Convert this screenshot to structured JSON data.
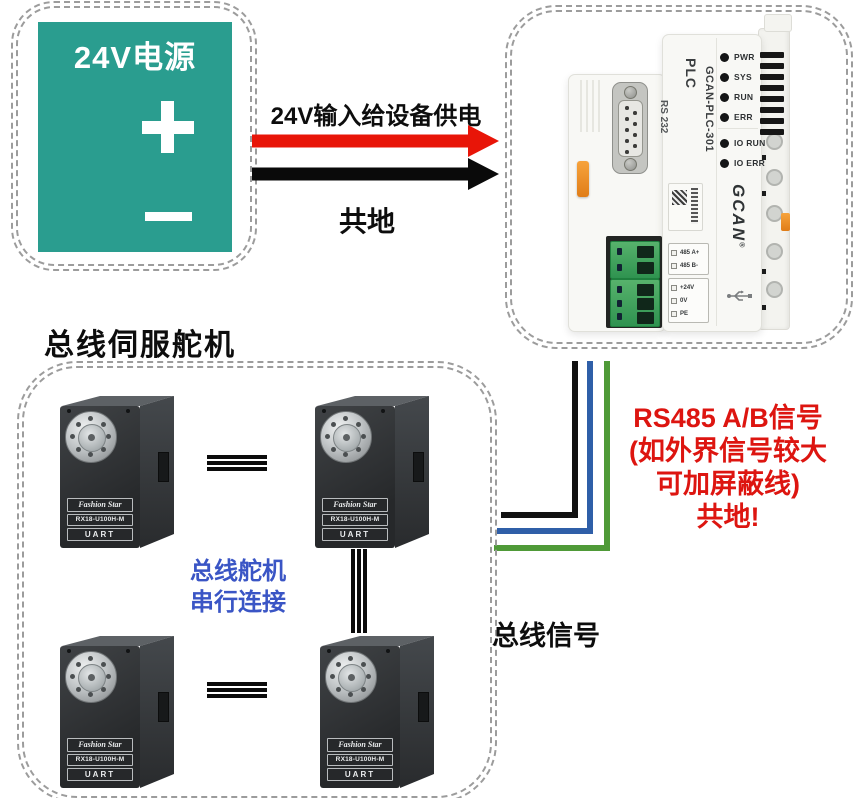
{
  "diagram": {
    "power_supply": {
      "title": "24V电源"
    },
    "power_connection": {
      "supply_label": "24V输入给设备供电",
      "ground_label": "共地"
    },
    "plc": {
      "type_label": "PLC",
      "model": "GCAN-PLC-301",
      "serial_port_label": "RS 232",
      "status_leds": [
        "PWR",
        "SYS",
        "RUN",
        "ERR"
      ],
      "io_leds": [
        "IO RUN",
        "IO ERR"
      ],
      "rs485_terminals": [
        "485 A+",
        "485 B-"
      ],
      "power_terminals": [
        "+24V",
        "0V",
        "PE"
      ],
      "brand": "GCAN",
      "brand_mark": "®"
    },
    "servo_group": {
      "title": "总线伺服舵机"
    },
    "servo": {
      "brand": "Fashion Star",
      "model": "RX18-U100H-M",
      "interface": "UART"
    },
    "annotations": {
      "serial_link_line1": "总线舵机",
      "serial_link_line2": "串行连接",
      "bus_signal": "总线信号",
      "rs485_note_line1": "RS485 A/B信号",
      "rs485_note_line2": "(如外界信号较大",
      "rs485_note_line3": "可加屏蔽线)",
      "rs485_note_line4": "共地!"
    },
    "colors": {
      "power_box_teal": "#2a9d8f",
      "arrow_red": "#e81508",
      "arrow_black": "#0a0a0a",
      "wire_black": "#111111",
      "wire_blue": "#2f5fa8",
      "wire_green": "#4f9a38",
      "note_red": "#dd1510",
      "note_blue": "#3a55c5"
    }
  }
}
